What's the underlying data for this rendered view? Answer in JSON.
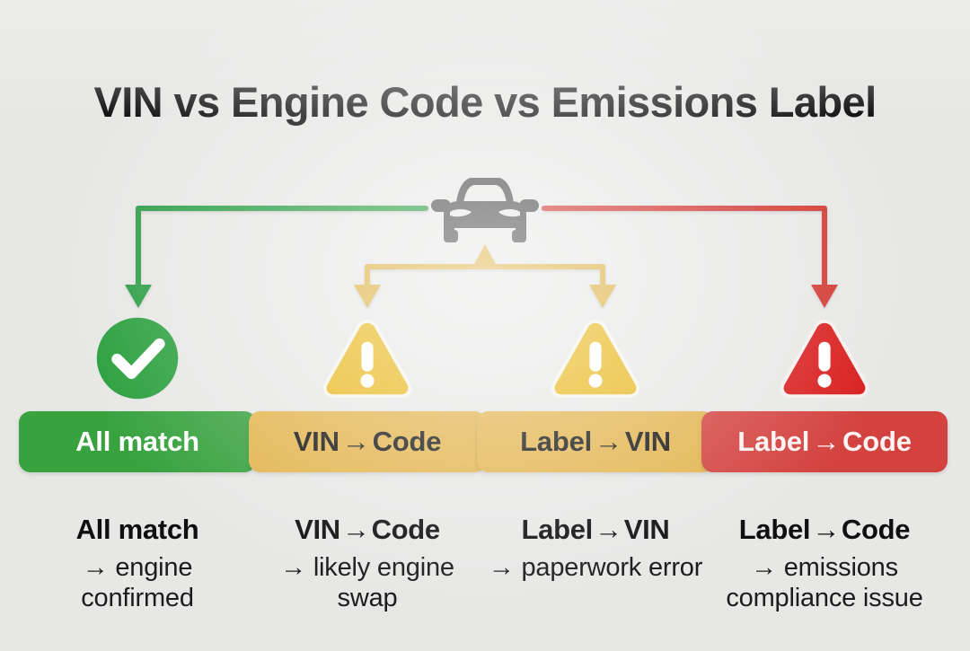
{
  "page": {
    "title": "VIN vs Engine Code vs Emissions Label",
    "background_color": "#e7e8e6"
  },
  "center_icon": {
    "name": "car-icon",
    "color": "#4b4b4b"
  },
  "colors": {
    "green": "#2e9e45",
    "amber": "#deb245",
    "red": "#d23732",
    "badge_green": "#38a23f",
    "badge_amber": "#e2b44e",
    "badge_red": "#d3423f",
    "triangle_amber": "#e8b81f",
    "triangle_red": "#d8201f",
    "text_dark": "#101010"
  },
  "columns": [
    {
      "id": "all-match",
      "icon": "check-circle-icon",
      "icon_color": "#2ca03f",
      "badge": {
        "label": "All match",
        "label_left": "All match",
        "arrow": "",
        "label_right": "",
        "style": "green"
      },
      "caption": {
        "title_left": "All match",
        "arrow": "",
        "title_right": "",
        "subtitle": "→ engine confirmed"
      }
    },
    {
      "id": "vin-code",
      "icon": "warning-triangle-icon",
      "icon_color": "#e8b81f",
      "badge": {
        "label": "VIN → Code",
        "label_left": "VIN",
        "arrow": "→",
        "label_right": "Code",
        "style": "amber"
      },
      "caption": {
        "title_left": "VIN",
        "arrow": "→",
        "title_right": "Code",
        "subtitle": "→ likely engine swap"
      }
    },
    {
      "id": "label-vin",
      "icon": "warning-triangle-icon",
      "icon_color": "#e8b81f",
      "badge": {
        "label": "Label → VIN",
        "label_left": "Label",
        "arrow": "→",
        "label_right": "VIN",
        "style": "amber"
      },
      "caption": {
        "title_left": "Label",
        "arrow": "→",
        "title_right": "VIN",
        "subtitle": "→ paperwork error"
      }
    },
    {
      "id": "label-code",
      "icon": "error-triangle-icon",
      "icon_color": "#d8201f",
      "badge": {
        "label": "Label → Code",
        "label_left": "Label",
        "arrow": "→",
        "label_right": "Code",
        "style": "red"
      },
      "caption": {
        "title_left": "Label",
        "arrow": "→",
        "title_right": "Code",
        "subtitle": "→ emissions compliance issue"
      }
    }
  ],
  "connectors": [
    {
      "name": "green-connector",
      "from": "car",
      "to": "all-match",
      "color": "#2e9e45",
      "direction": "left-down"
    },
    {
      "name": "amber-connector-left",
      "from": "vin-code",
      "to": "car",
      "color": "#deb245",
      "direction": "up"
    },
    {
      "name": "amber-connector-right",
      "from": "label-vin",
      "to": "car",
      "color": "#deb245",
      "direction": "up"
    },
    {
      "name": "red-connector",
      "from": "car",
      "to": "label-code",
      "color": "#d23732",
      "direction": "right-down"
    }
  ]
}
